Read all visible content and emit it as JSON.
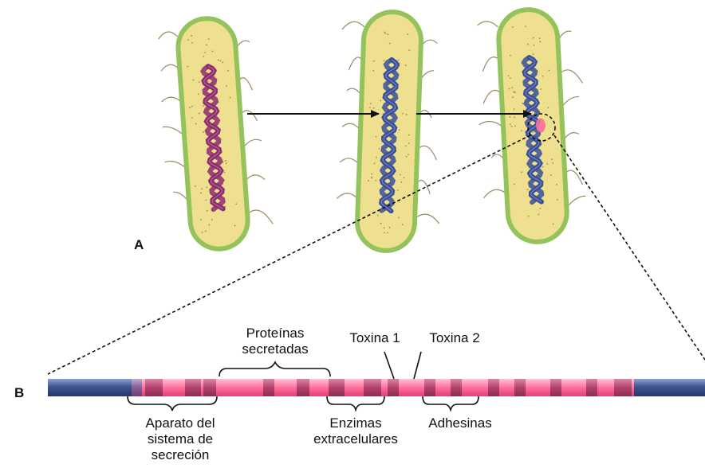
{
  "panels": {
    "a": "A",
    "b": "B"
  },
  "labels": {
    "proteinas": [
      "Proteínas",
      "secretadas"
    ],
    "toxina1": "Toxina 1",
    "toxina2": "Toxina 2",
    "aparato": [
      "Aparato del",
      "sistema de",
      "secreción"
    ],
    "enzimas": [
      "Enzimas",
      "extracelulares"
    ],
    "adhesinas": "Adhesinas"
  },
  "colors": {
    "cell_fill": "#efe08f",
    "cell_wall": "#93c35a",
    "chromosome_original": "#8e2a6e",
    "chromosome_new": "#3a4f9a",
    "island_pink": "#ff6f9c",
    "island_dark": "#b2426b",
    "strand_blue": "#3c5590"
  },
  "diagram": {
    "cells": [
      {
        "name": "bacterium-original",
        "chromosome": "chromosome_original",
        "island": false
      },
      {
        "name": "bacterium-recipient",
        "chromosome": "chromosome_new",
        "island": false
      },
      {
        "name": "bacterium-with-island",
        "chromosome": "chromosome_new",
        "island": true
      }
    ],
    "arrows": [
      "cell-1-to-cell-2",
      "cell-2-to-cell-3"
    ]
  }
}
